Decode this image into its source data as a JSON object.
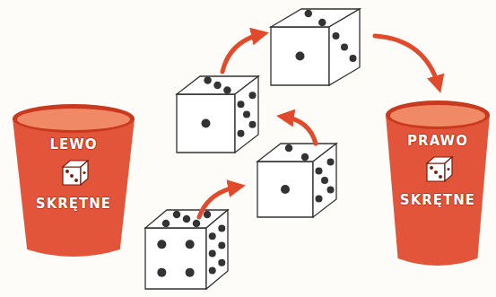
{
  "diagram": {
    "nodes": [
      {
        "text": [
          "LEWO",
          "SKRĘTNE"
        ]
      },
      {
        "text": [
          "PRAWO",
          "SKRĘTNE"
        ]
      }
    ]
  }
}
